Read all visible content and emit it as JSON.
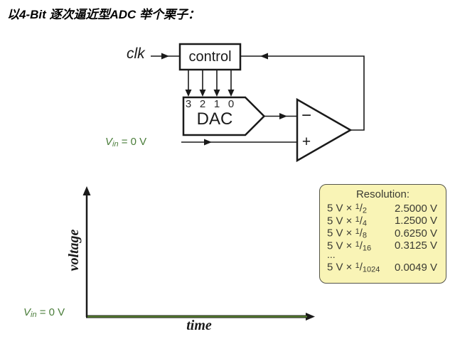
{
  "title": "以4-Bit 逐次逼近型ADC 举个栗子：",
  "circuit": {
    "clk_label": "clk",
    "control_label": "control",
    "dac_bits": [
      "3",
      "2",
      "1",
      "0"
    ],
    "dac_label": "DAC",
    "comparator_minus": "−",
    "comparator_plus": "+",
    "vin": {
      "symbol": "V",
      "subscript": "in",
      "rest": " = 0 V"
    }
  },
  "graph": {
    "y_axis_label": "voltage",
    "x_axis_label": "time",
    "vin": {
      "symbol": "V",
      "subscript": "in",
      "rest": " = 0 V"
    }
  },
  "resolution": {
    "title": "Resolution:",
    "frac_slash": "/",
    "rows": [
      {
        "base": "5 V × ",
        "num": "1",
        "den": "2",
        "value": "2.5000 V"
      },
      {
        "base": "5 V × ",
        "num": "1",
        "den": "4",
        "value": "1.2500 V"
      },
      {
        "base": "5 V × ",
        "num": "1",
        "den": "8",
        "value": "0.6250 V"
      },
      {
        "base": "5 V × ",
        "num": "1",
        "den": "16",
        "value": "0.3125 V"
      },
      {
        "base": "...",
        "num": "",
        "den": "",
        "value": ""
      },
      {
        "base": "5 V × ",
        "num": "1",
        "den": "1024",
        "value": "0.0049 V"
      }
    ]
  },
  "colors": {
    "green_text": "#4a7d3a",
    "green_line": "#567f2e",
    "box_bg": "#f9f4b6",
    "box_border": "#55554a",
    "line_black": "#1a1a1a"
  }
}
